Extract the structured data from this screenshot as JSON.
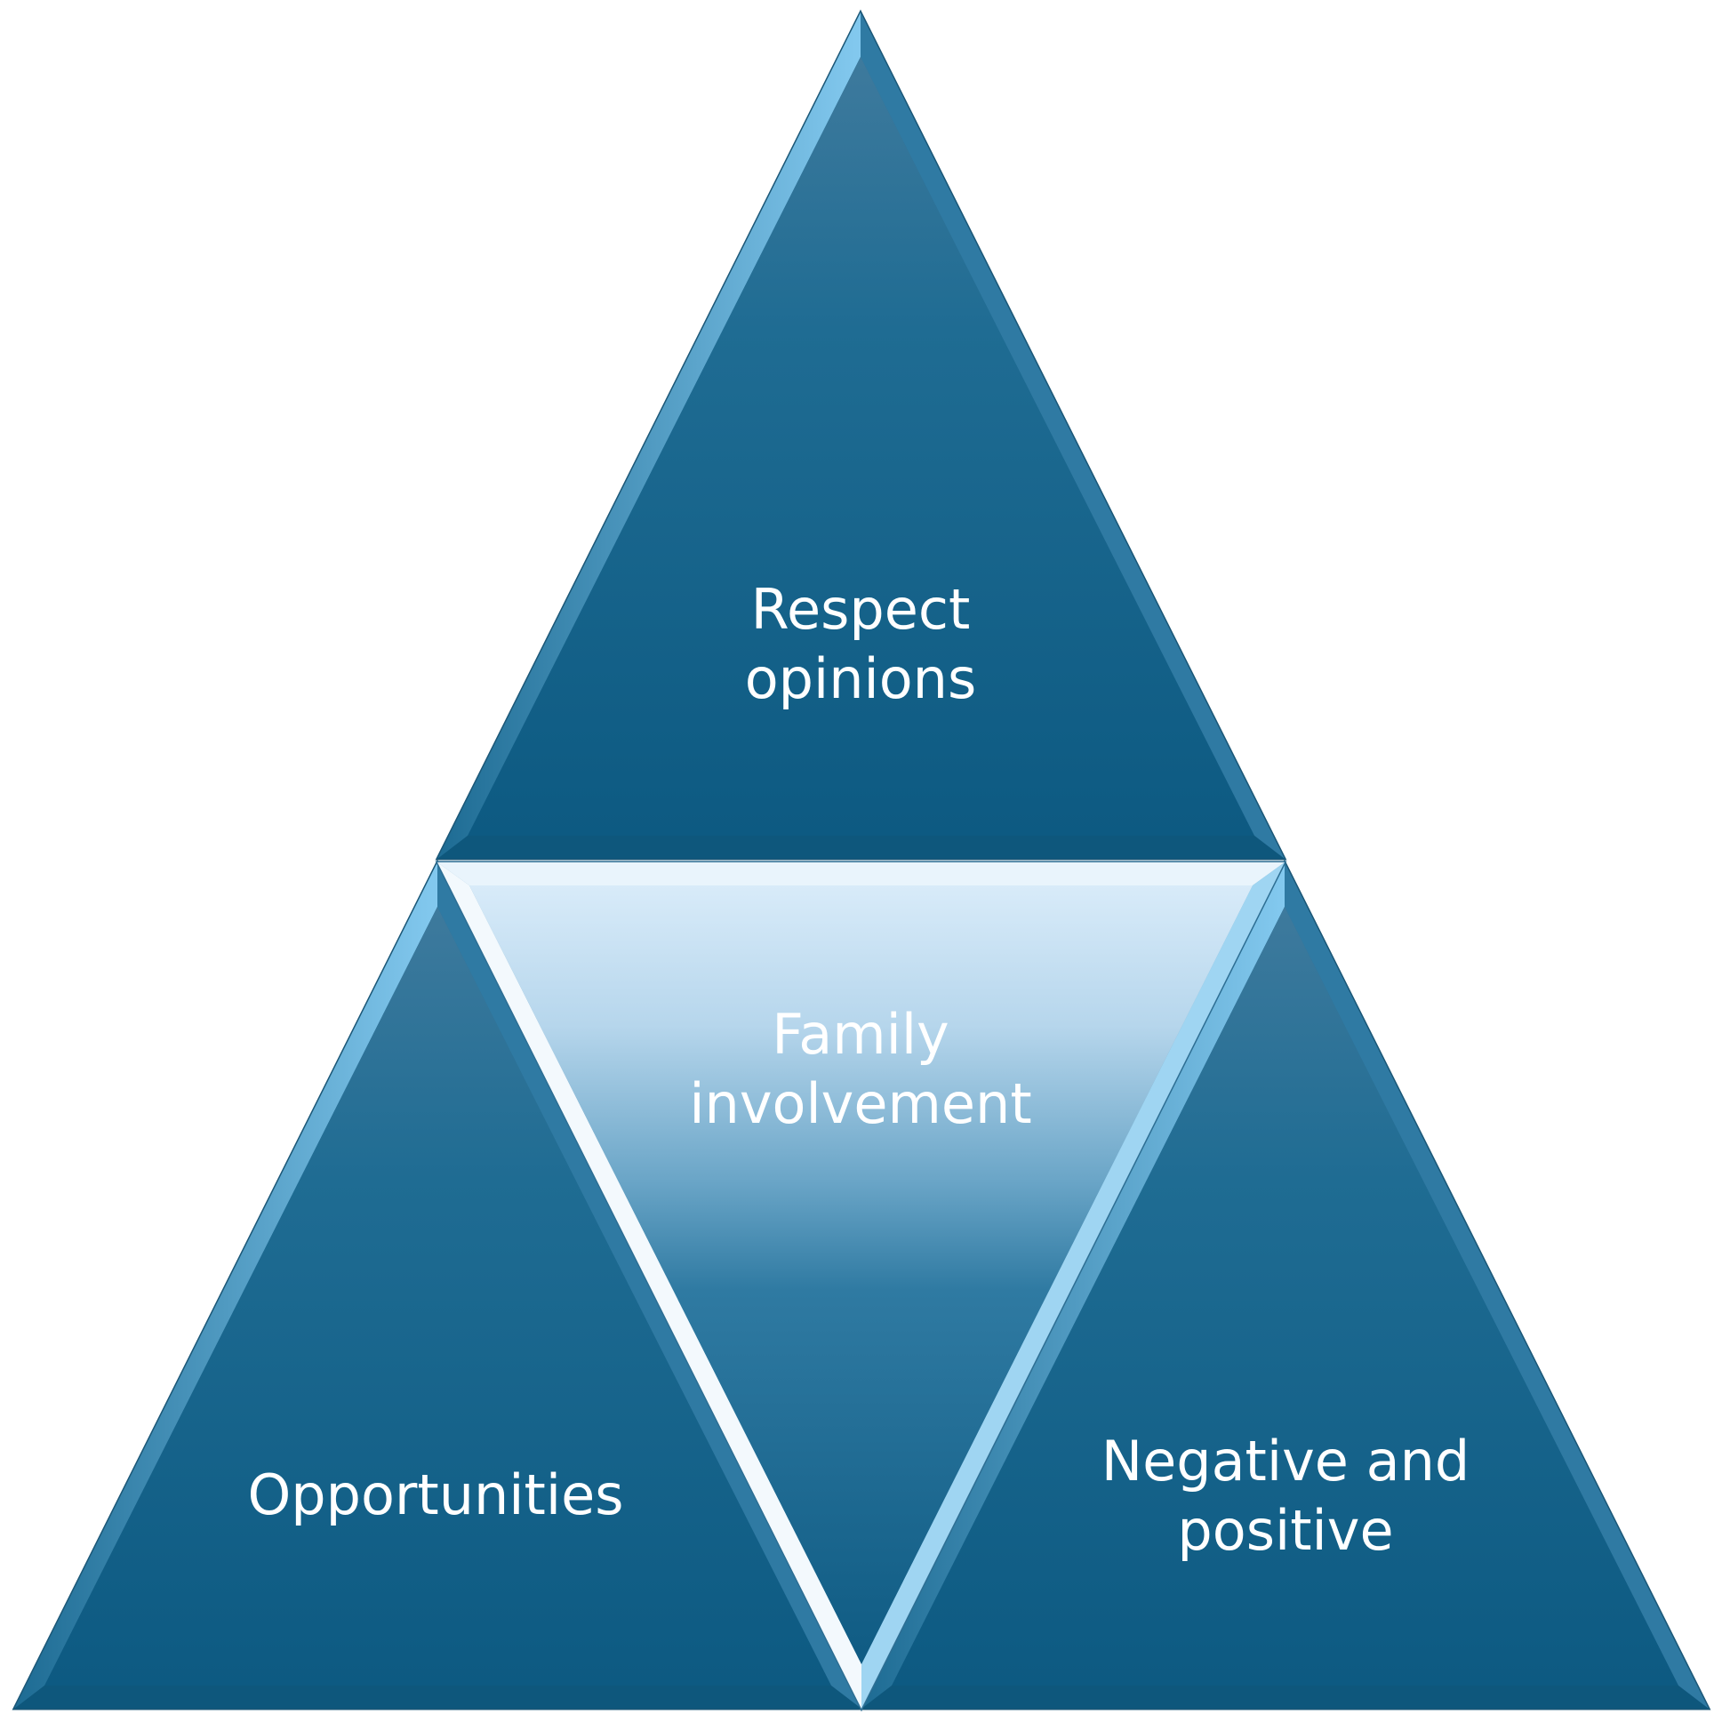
{
  "diagram": {
    "top": {
      "line1": "Respect",
      "line2": "opinions"
    },
    "center": {
      "line1": "Family",
      "line2": "involvement"
    },
    "left": {
      "line1": "Opportunities"
    },
    "right": {
      "line1": "Negative and",
      "line2": "positive"
    }
  },
  "colors": {
    "triangle_fill": "#145f86",
    "triangle_highlight": "#3f7da0",
    "bevel_light": "#78c3ea",
    "center_top": "#d6e9f8",
    "center_bottom": "#135e85",
    "outline": "#2d6e93"
  }
}
